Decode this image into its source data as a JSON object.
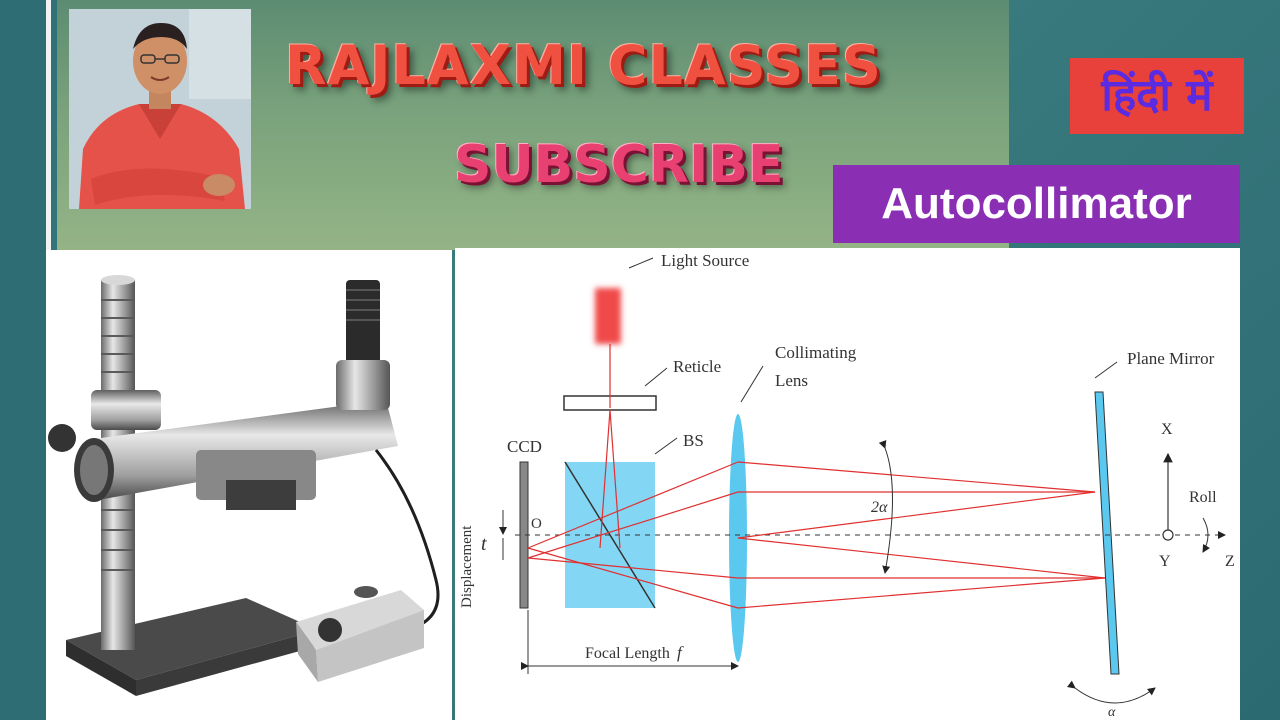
{
  "banner": {
    "channel_title": "RAJLAXMI CLASSES",
    "subscribe_text": "SUBSCRIBE",
    "language_badge": "हिंदी में",
    "topic_badge": "Autocollimator"
  },
  "diagram": {
    "labels": {
      "light_source": "Light Source",
      "reticle": "Reticle",
      "collimating_lens_line1": "Collimating",
      "collimating_lens_line2": "Lens",
      "plane_mirror": "Plane Mirror",
      "ccd": "CCD",
      "bs": "BS",
      "origin": "O",
      "displacement": "Displacement",
      "t": "t",
      "focal_length": "Focal Length",
      "f": "f",
      "two_alpha": "2α",
      "alpha": "α",
      "x_axis": "X",
      "y_axis": "Y",
      "z_axis": "Z",
      "roll": "Roll"
    }
  },
  "colors": {
    "title_red": "#f05040",
    "subscribe_pink": "#e84070",
    "hindi_bg": "#e8413b",
    "hindi_text": "#5a2be0",
    "topic_bg": "#8a2fb4",
    "beam_red": "#e03030",
    "optics_blue": "#5bc8f0"
  }
}
